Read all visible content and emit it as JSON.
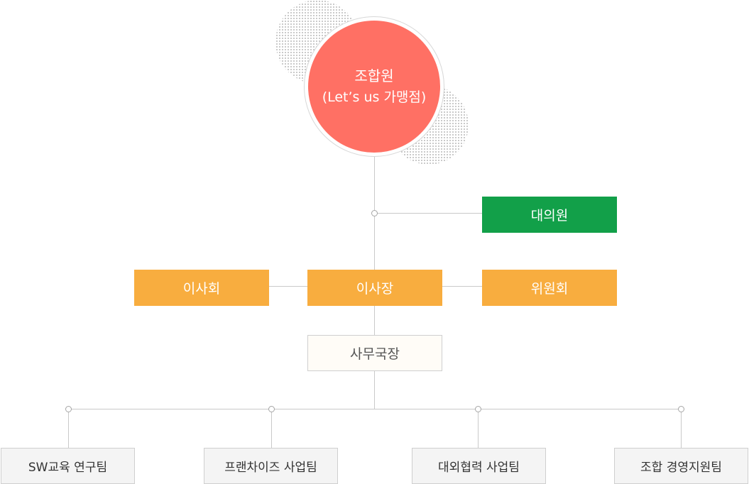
{
  "top": {
    "line1": "조합원",
    "line2": "(Let’s us 가맹점)"
  },
  "council": "대의원",
  "board": "이사회",
  "chairman": "이사장",
  "committee": "위원회",
  "secretariat": "사무국장",
  "teams": [
    "SW교육 연구팀",
    "프랜차이즈 사업팀",
    "대외협력 사업팀",
    "조합 경영지원팀"
  ],
  "colors": {
    "circle": "#ff7064",
    "council": "#12a049",
    "orange_boxes": "#f8ad3f",
    "lines": "#c9c9c9"
  }
}
